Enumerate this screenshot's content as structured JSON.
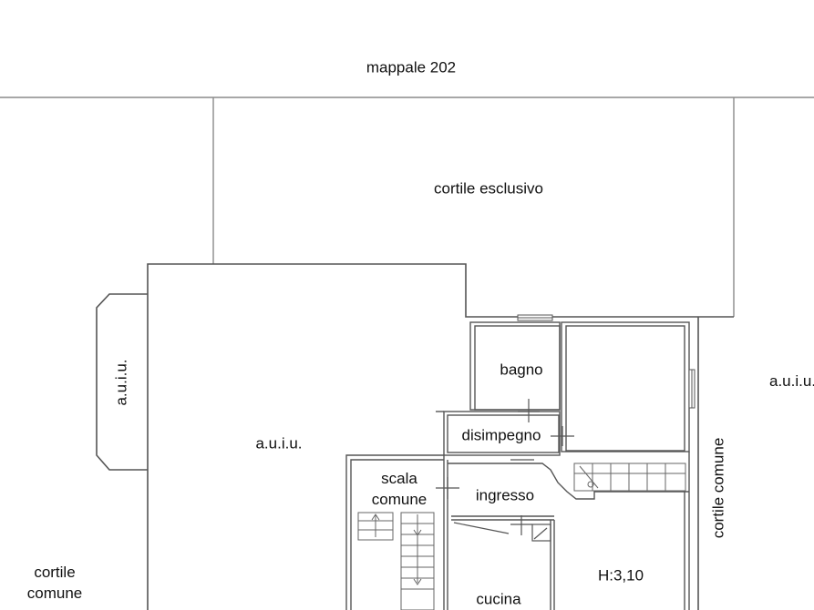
{
  "labels": {
    "neighbor_parcel": "mappale 202",
    "exclusive_courtyard": "cortile esclusivo",
    "auiu_left": "a.u.i.u.",
    "auiu_main": "a.u.i.u.",
    "auiu_right": "a.u.i.u.",
    "bathroom": "bagno",
    "hallway": "disimpegno",
    "common_stair_line1": "scala",
    "common_stair_line2": "comune",
    "entrance": "ingresso",
    "kitchen": "cucina",
    "height": "H:3,10",
    "common_courtyard_right": "cortile comune",
    "common_courtyard_left_line1": "cortile",
    "common_courtyard_left_line2": "comune"
  },
  "colors": {
    "line": "#777777",
    "wall": "#555555",
    "background": "#ffffff"
  }
}
